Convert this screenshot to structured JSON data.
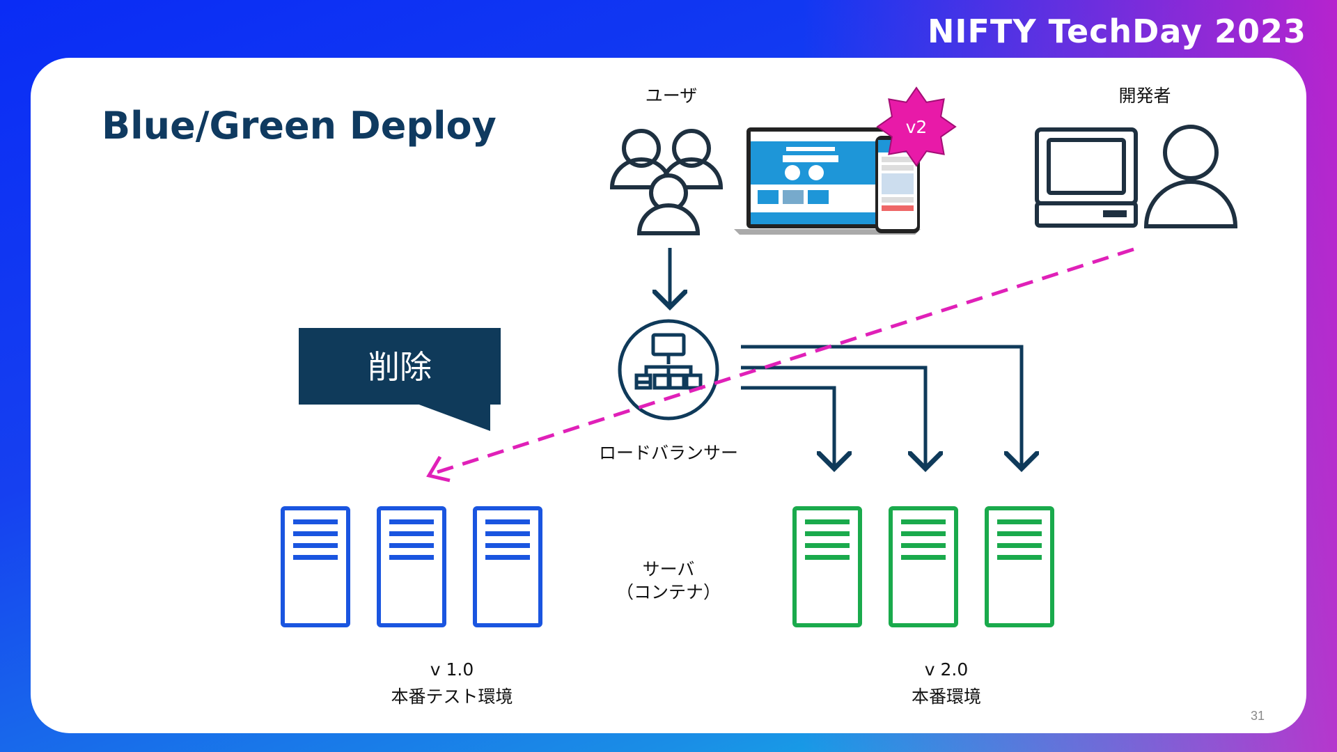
{
  "brand": "NIFTY TechDay 2023",
  "title": "Blue/Green Deploy",
  "labels": {
    "user": "ユーザ",
    "developer": "開発者",
    "load_balancer": "ロードバランサー",
    "server_line1": "サーバ",
    "server_line2": "（コンテナ）",
    "v1_version": "v 1.0",
    "v1_env": "本番テスト環境",
    "v2_version": "v 2.0",
    "v2_env": "本番環境"
  },
  "badge": "v2",
  "callout": "削除",
  "page_number": "31",
  "colors": {
    "navy": "#0f3a5a",
    "blue_server": "#1a55e0",
    "green_server": "#1aaa4c",
    "magenta": "#e020b8",
    "badge_fill": "#e81aa8"
  },
  "icons": [
    "users-icon",
    "laptop-screen-icon",
    "smartphone-icon",
    "v2-badge-icon",
    "desktop-computer-icon",
    "developer-icon",
    "load-balancer-icon",
    "server-icon"
  ]
}
